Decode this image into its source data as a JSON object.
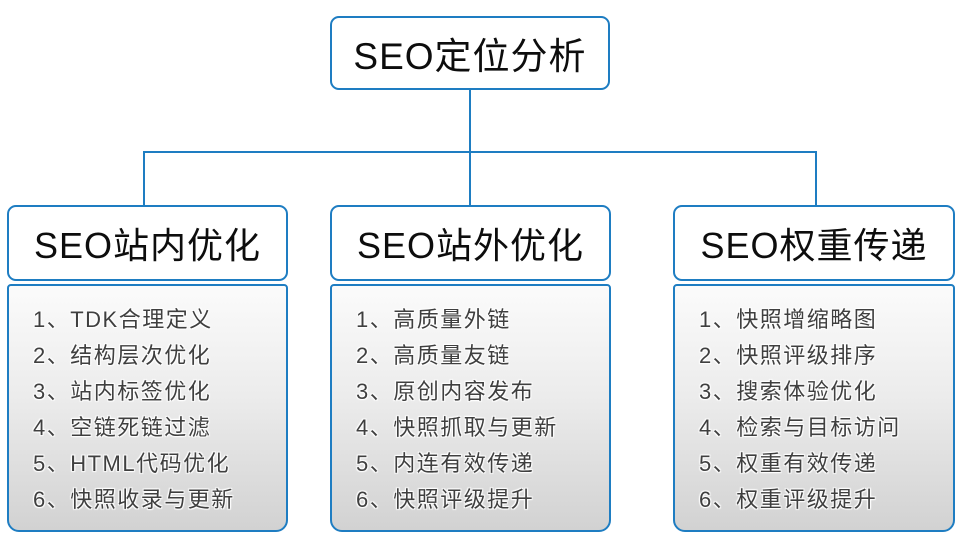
{
  "root": {
    "label": "SEO定位分析"
  },
  "colors": {
    "connector_and_border_blue": "#1e7dc2",
    "panel_gradient_top": "#fbfbfb",
    "panel_gradient_bottom": "#d2d2d2",
    "header_text": "#0d0d0d",
    "item_text": "#3f3f3f"
  },
  "columns": [
    {
      "title": "SEO站内优化",
      "items": [
        "1、TDK合理定义",
        "2、结构层次优化",
        "3、站内标签优化",
        "4、空链死链过滤",
        "5、HTML代码优化",
        "6、快照收录与更新"
      ]
    },
    {
      "title": "SEO站外优化",
      "items": [
        "1、高质量外链",
        "2、高质量友链",
        "3、原创内容发布",
        "4、快照抓取与更新",
        "5、内连有效传递",
        "6、快照评级提升"
      ]
    },
    {
      "title": "SEO权重传递",
      "items": [
        "1、快照增缩略图",
        "2、快照评级排序",
        "3、搜索体验优化",
        "4、检索与目标访问",
        "5、权重有效传递",
        "6、权重评级提升"
      ]
    }
  ]
}
